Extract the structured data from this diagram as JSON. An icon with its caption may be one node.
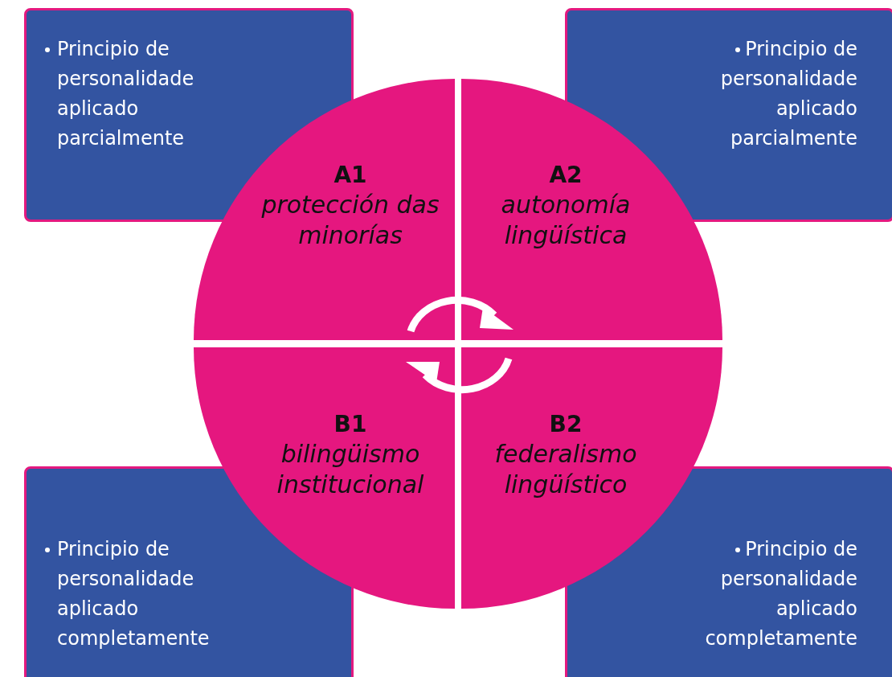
{
  "diagram": {
    "nodes": [
      {
        "text": [
          "Principio de personalidade aplicado parcialmente"
        ]
      },
      {
        "text": [
          "Principio de personalidade aplicado parcialmente"
        ]
      },
      {
        "text": [
          "A1",
          "protección das minorías"
        ]
      },
      {
        "text": [
          "A2",
          "autonomía lingüística"
        ]
      },
      {
        "text": [
          "B1",
          "bilingüismo institucional"
        ]
      },
      {
        "text": [
          "B2",
          "federalismo lingüístico"
        ]
      },
      {
        "text": [
          "Principio de personalidade aplicado completamente"
        ]
      },
      {
        "text": [
          "Principio de personalidade aplicado completamente"
        ]
      }
    ],
    "edges": []
  }
}
